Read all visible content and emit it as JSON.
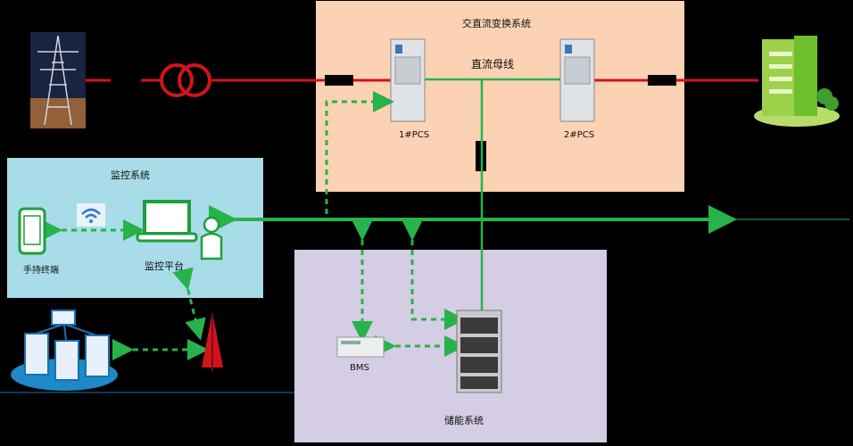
{
  "ac_dc_system": {
    "title": "交直流变换系统",
    "bus_label": "直流母线",
    "pcs1": "1#PCS",
    "pcs2": "2#PCS"
  },
  "monitoring_system": {
    "title": "监控系统",
    "handheld": "手持终端",
    "platform": "监控平台"
  },
  "storage_system": {
    "title": "储能系统",
    "bms": "BMS"
  },
  "colors": {
    "ac_panel": "#fbd2b4",
    "monitor_panel": "#a8dce8",
    "storage_panel": "#d4cde4",
    "power_line": "#d1141b",
    "comm_line": "#27b34a",
    "icon_green": "#1e9e3e"
  },
  "icons": [
    "transmission-tower-icon",
    "transformer-icon",
    "breaker-icon",
    "pcs-cabinet-icon",
    "building-icon",
    "smartphone-icon",
    "wifi-icon",
    "laptop-icon",
    "person-icon",
    "server-cluster-icon",
    "antenna-icon",
    "bms-device-icon",
    "battery-rack-icon"
  ]
}
